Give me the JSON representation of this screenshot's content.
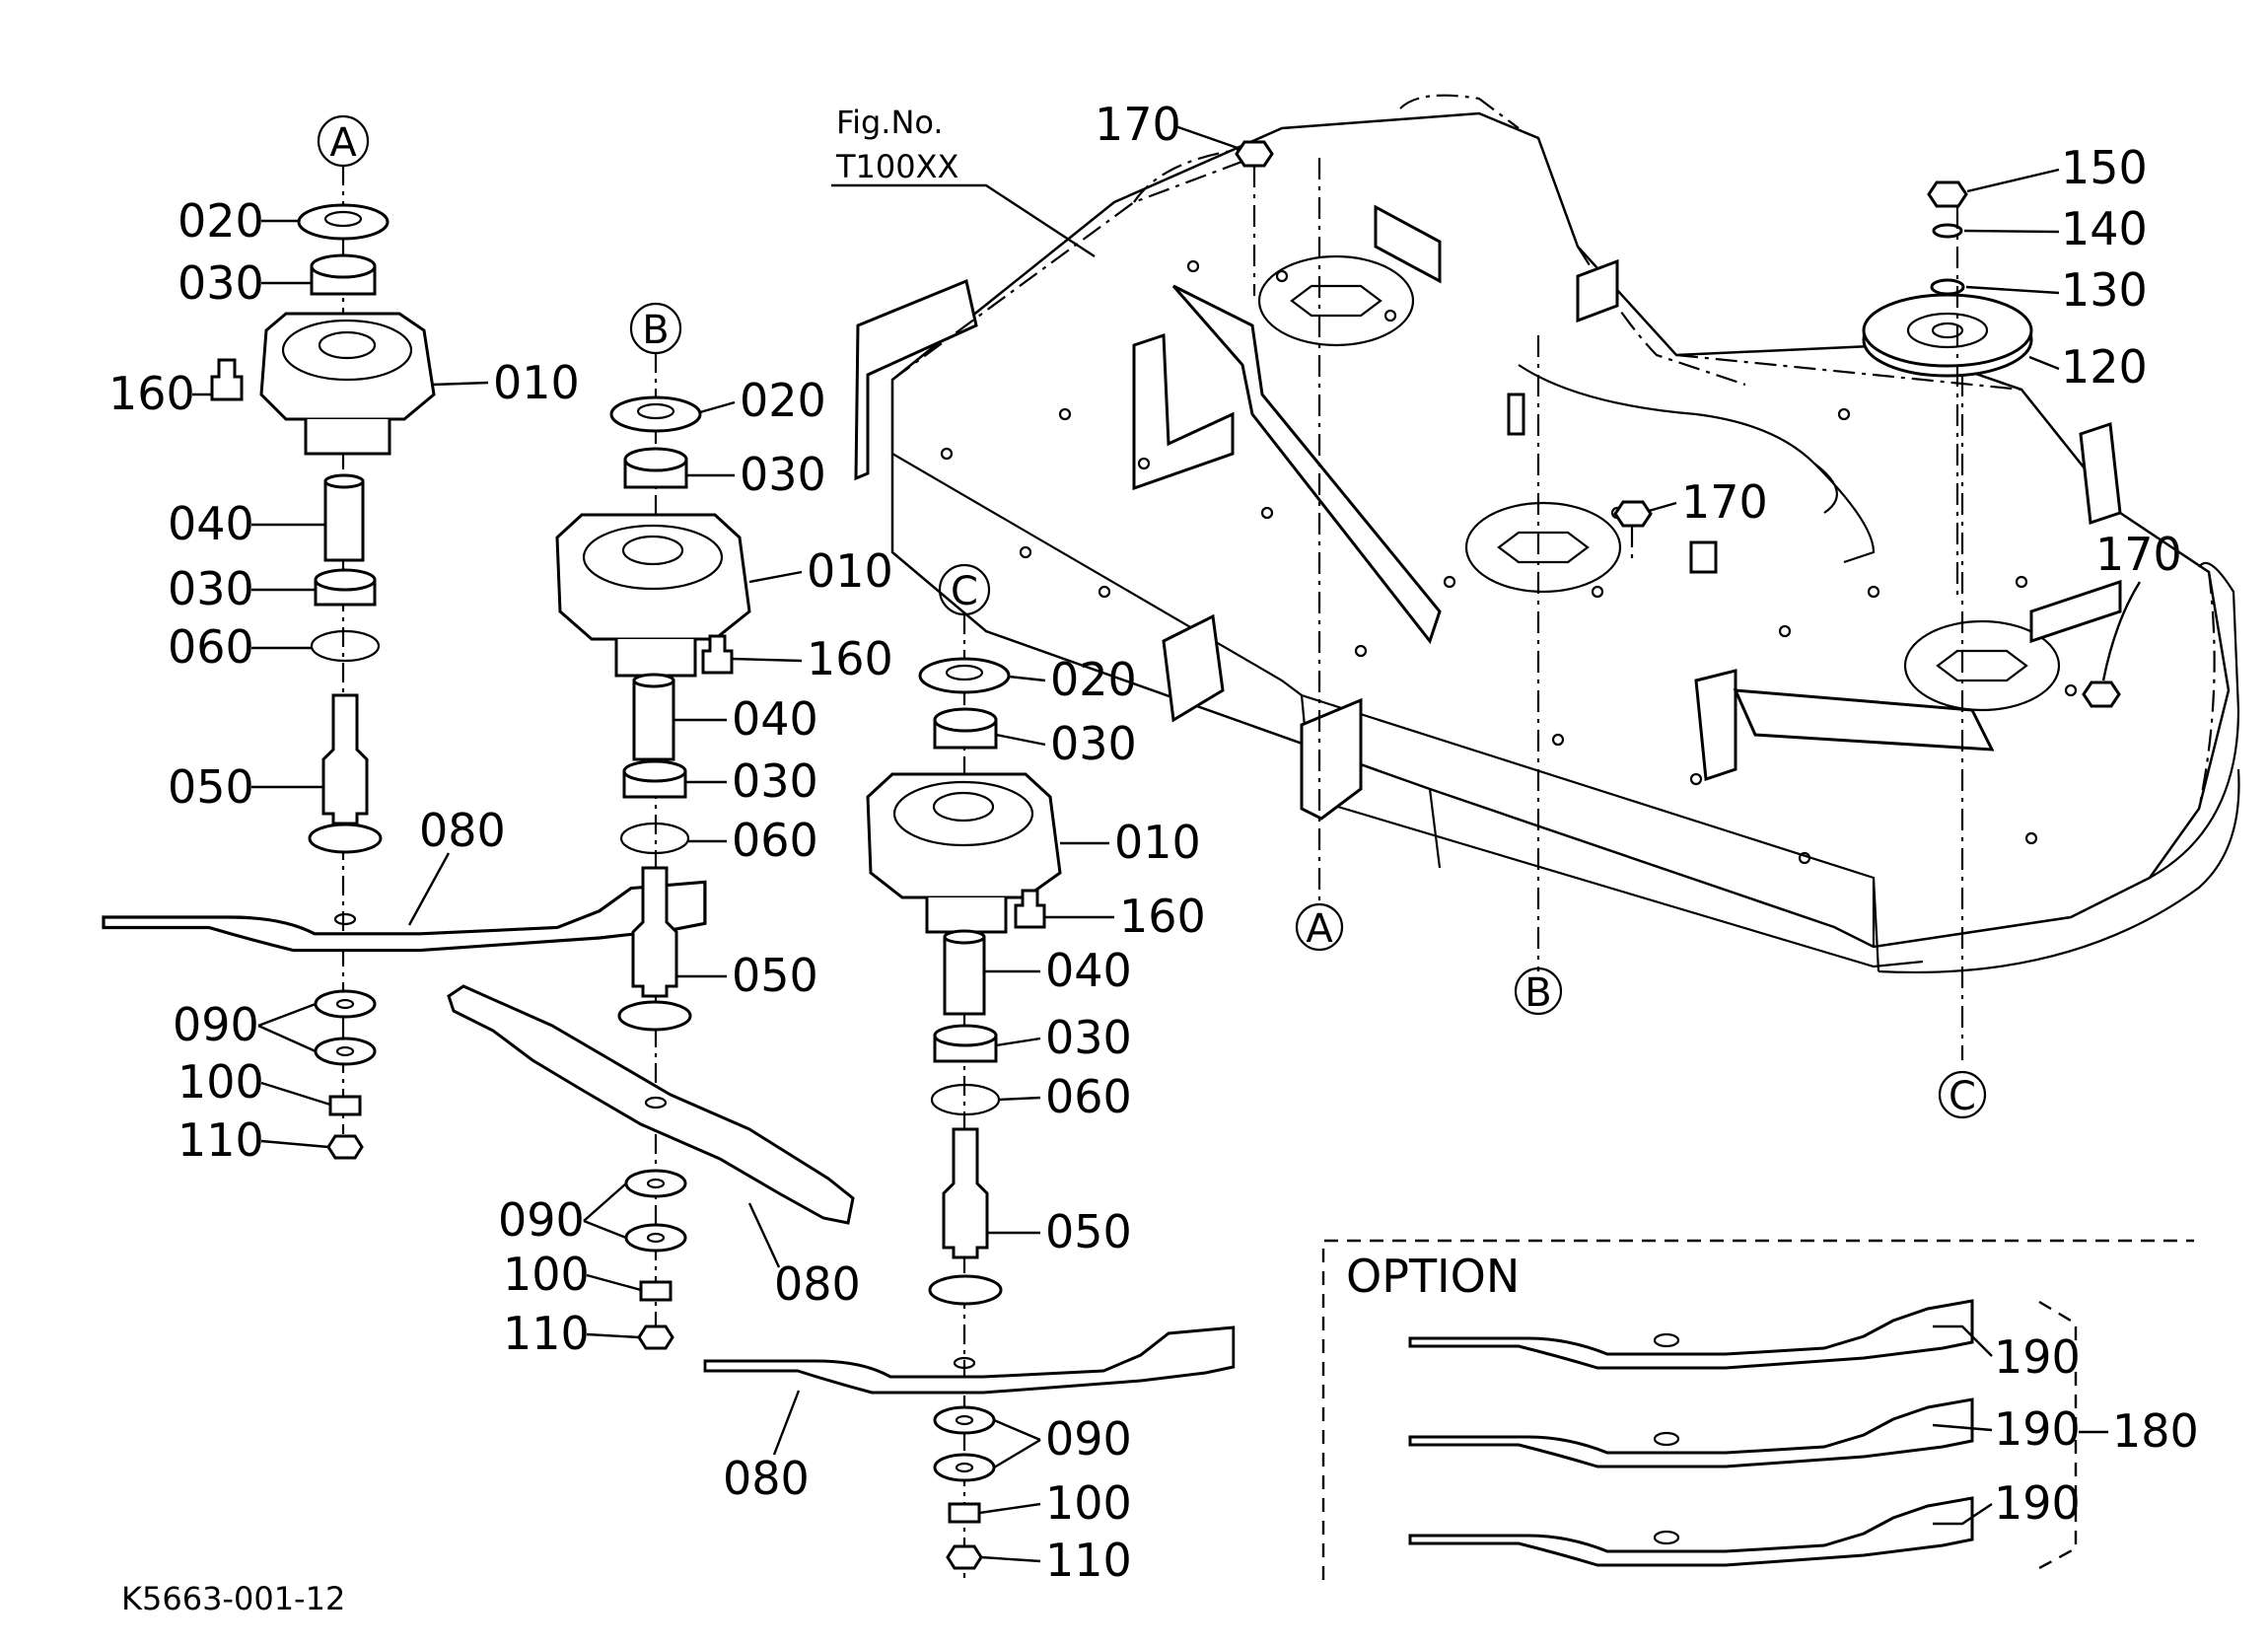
{
  "figure_ref": {
    "line1": "Fig.No.",
    "line2": "T100XX"
  },
  "drawing_code": "K5663-001-12",
  "option_title": "OPTION",
  "bubbles": {
    "a": "A",
    "b": "B",
    "c": "C"
  },
  "assembly_a": {
    "p020": "020",
    "p030a": "030",
    "p160": "160",
    "p010": "010",
    "p040": "040",
    "p030b": "030",
    "p060": "060",
    "p050": "050",
    "p080": "080",
    "p090": "090",
    "p100": "100",
    "p110": "110"
  },
  "assembly_b": {
    "p020": "020",
    "p030a": "030",
    "p010": "010",
    "p160": "160",
    "p040": "040",
    "p030b": "030",
    "p060": "060",
    "p050": "050",
    "p090": "090",
    "p080": "080",
    "p100": "100",
    "p110": "110"
  },
  "assembly_c": {
    "p020": "020",
    "p030a": "030",
    "p010": "010",
    "p160": "160",
    "p040": "040",
    "p030b": "030",
    "p060": "060",
    "p050": "050",
    "p080": "080",
    "p090": "090",
    "p100": "100",
    "p110": "110"
  },
  "deck": {
    "p170_top": "170",
    "p170_mid": "170",
    "p170_right": "170",
    "p150": "150",
    "p140": "140",
    "p130": "130",
    "p120": "120"
  },
  "option_parts": {
    "p190_1": "190",
    "p190_2": "190",
    "p190_3": "190",
    "p180": "180"
  }
}
